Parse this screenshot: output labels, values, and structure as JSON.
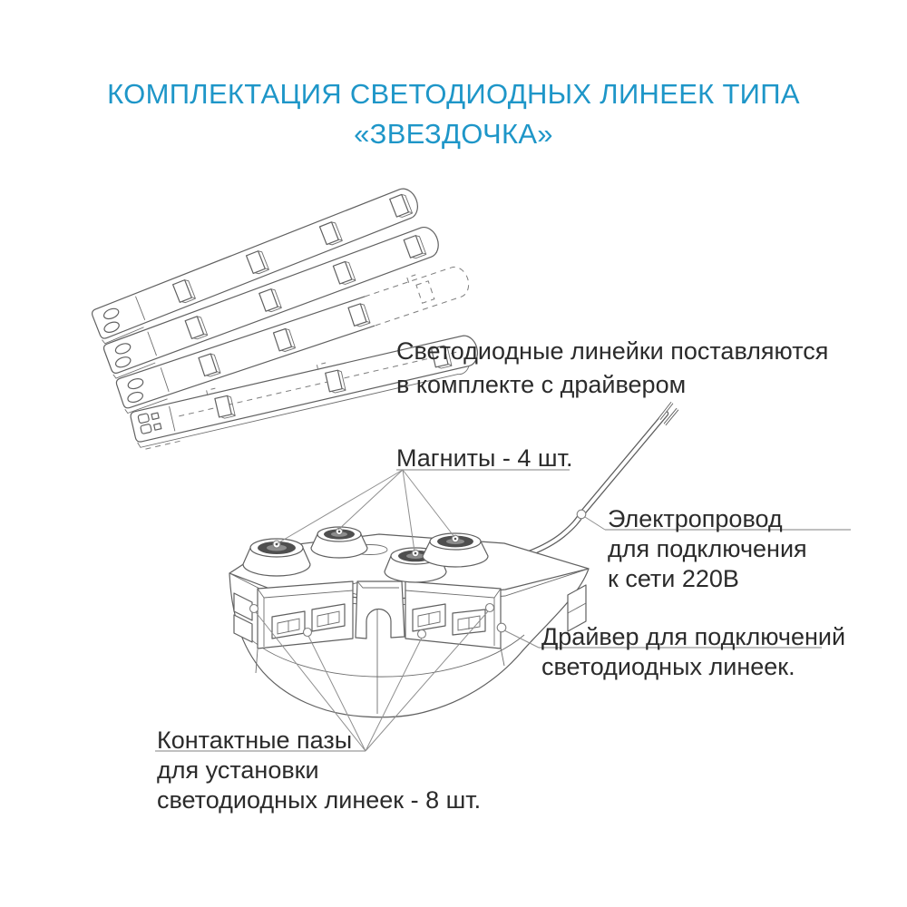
{
  "title": {
    "line1": "КОМПЛЕКТАЦИЯ СВЕТОДИОДНЫХ ЛИНЕЕК ТИПА",
    "line2": "«ЗВЕЗДОЧКА»"
  },
  "note": {
    "line1": "Светодиодные линейки поставляются",
    "line2": "в комплекте с драйвером"
  },
  "annotations": {
    "magnets": {
      "label": "Магниты - 4 шт."
    },
    "wire": {
      "line1": "Электропровод",
      "line2": "для подключения",
      "line3": "к сети 220В"
    },
    "driver": {
      "line1": "Драйвер для подключений",
      "line2": "светодиодных линеек."
    },
    "slots": {
      "line1": "Контактные пазы",
      "line2": "для установки",
      "line3": "светодиодных линеек - 8 шт."
    }
  },
  "diagram": {
    "led_strip_count": 4,
    "magnet_count": 4,
    "contact_slot_count": 8
  },
  "colors": {
    "accent": "#1e96c8",
    "text": "#2b2b2b",
    "line": "#606060"
  }
}
